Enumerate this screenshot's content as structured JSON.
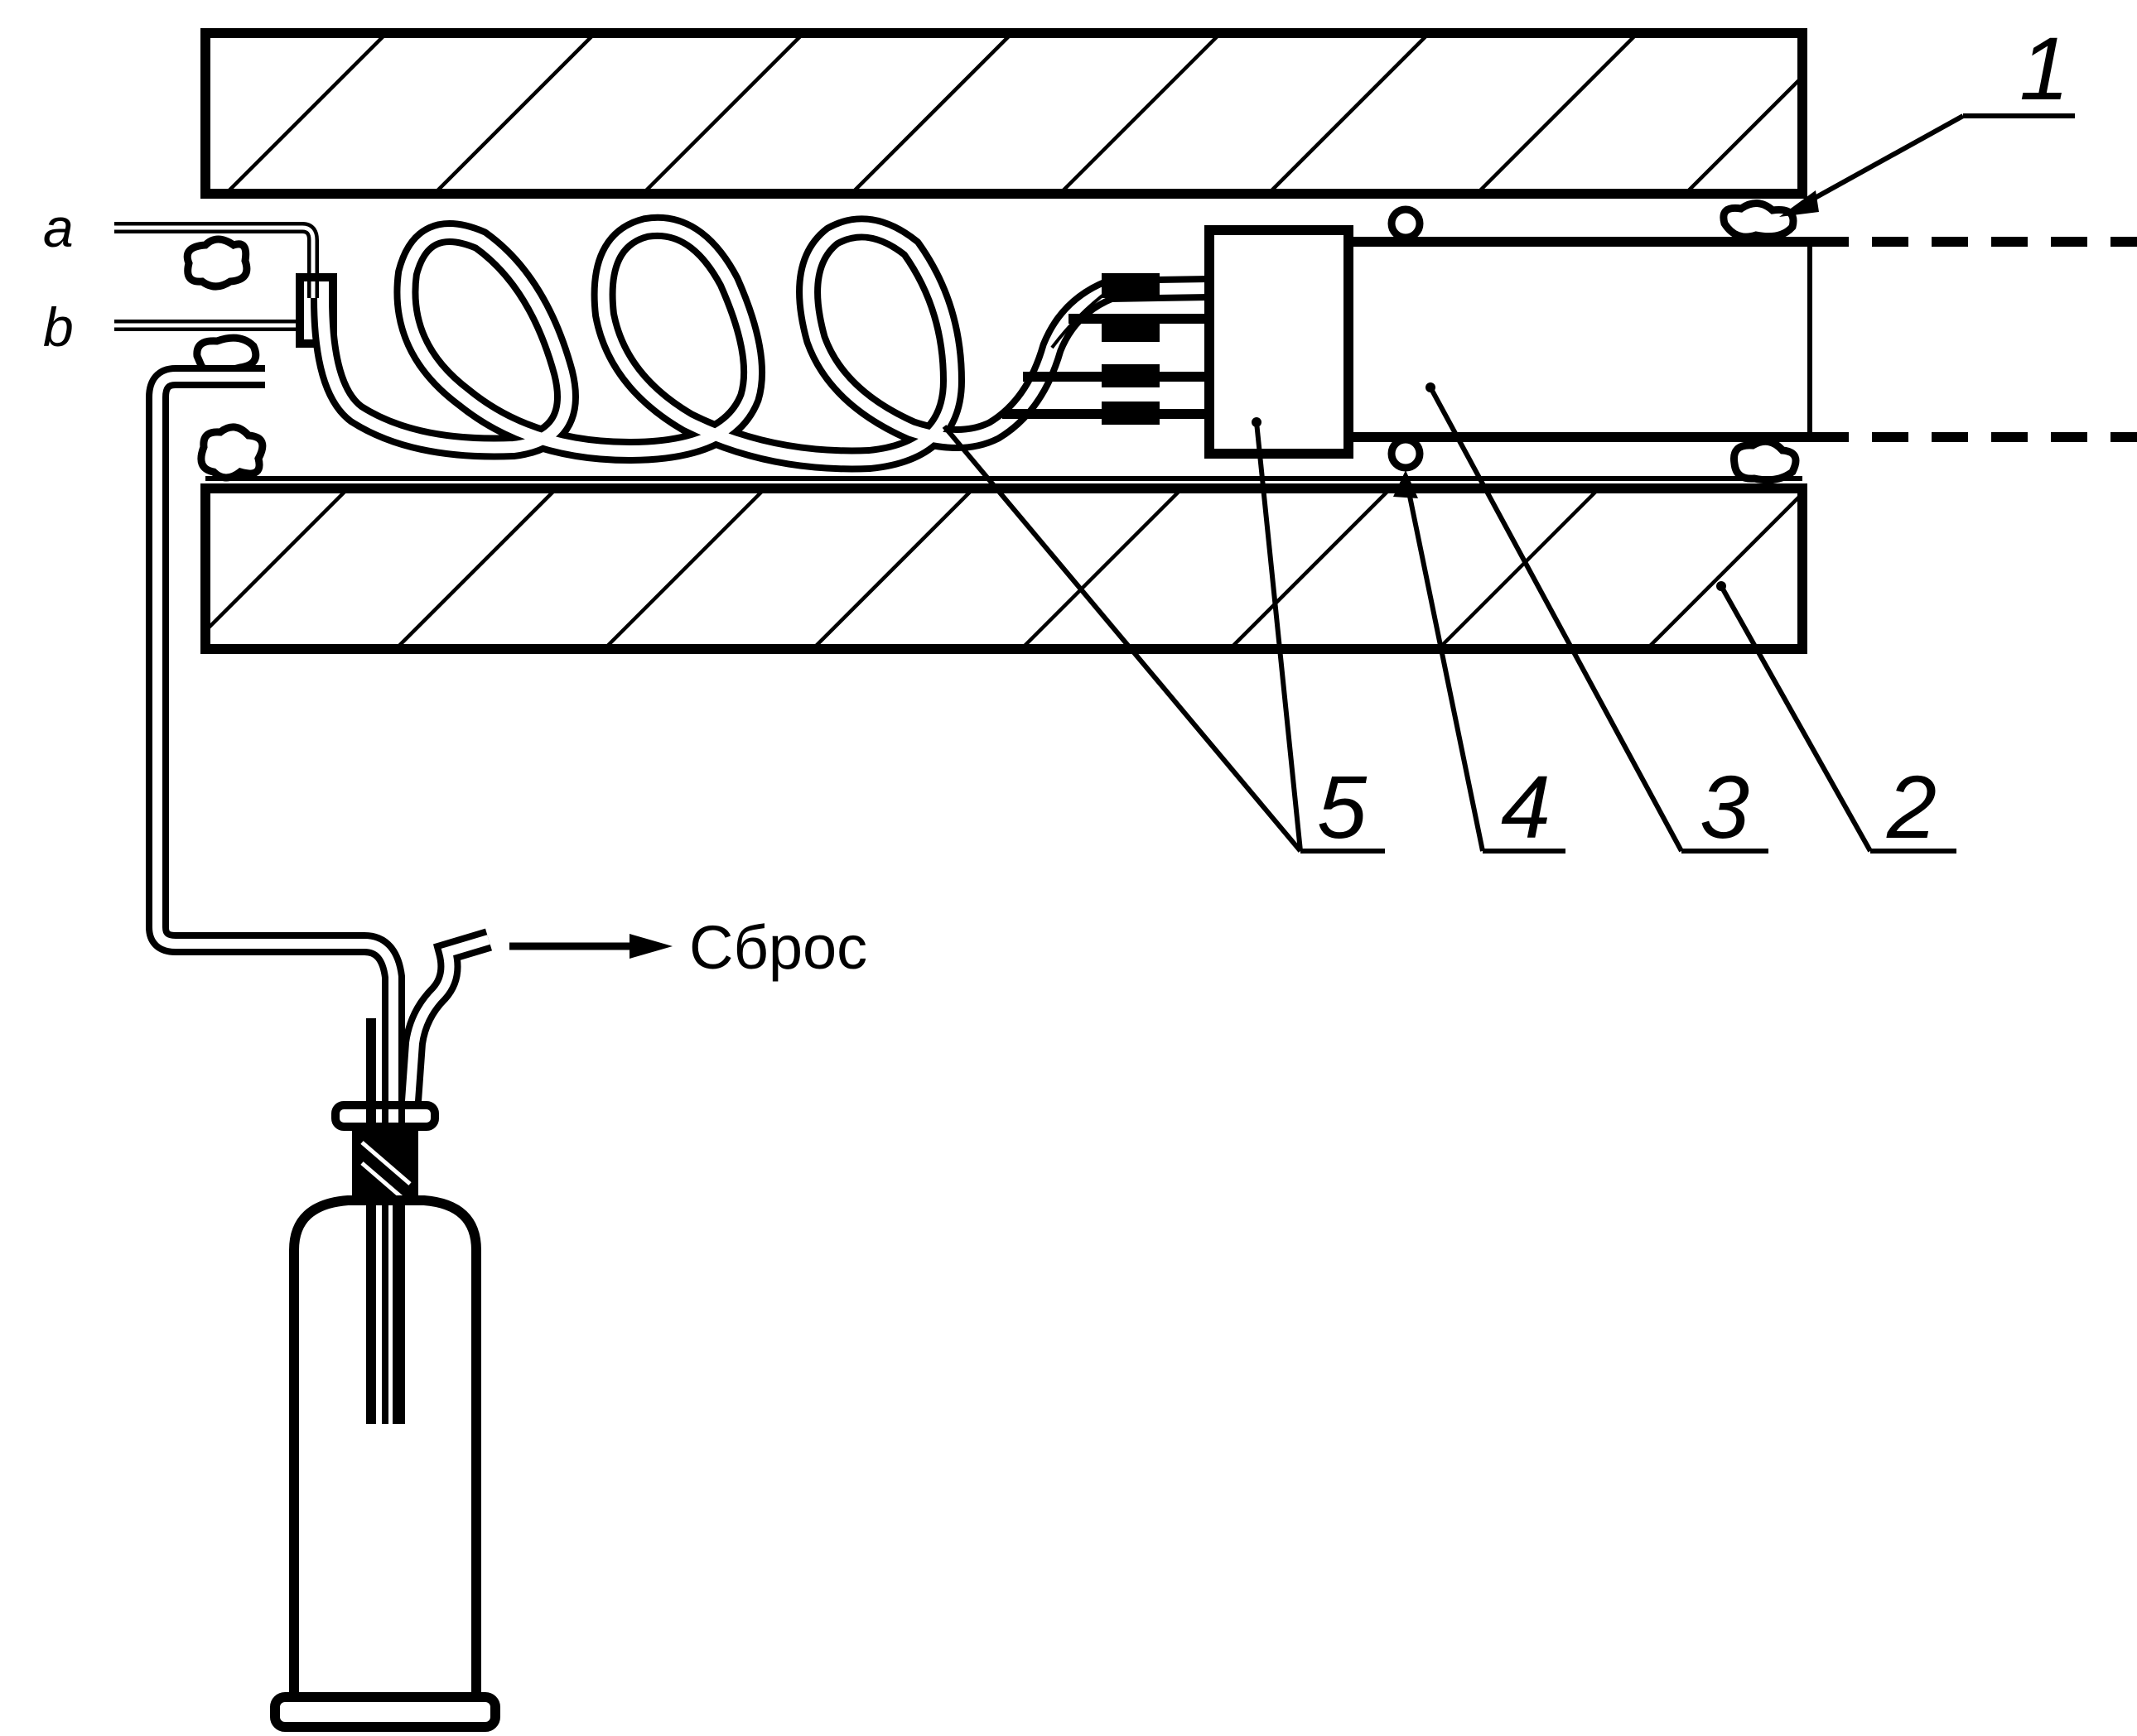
{
  "labels": {
    "port_a": "a",
    "port_b": "b",
    "part_1": "1",
    "part_2": "2",
    "part_3": "3",
    "part_4": "4",
    "part_5": "5",
    "outlet": "Сброс"
  },
  "colors": {
    "line": "#000000",
    "background": "#ffffff"
  }
}
